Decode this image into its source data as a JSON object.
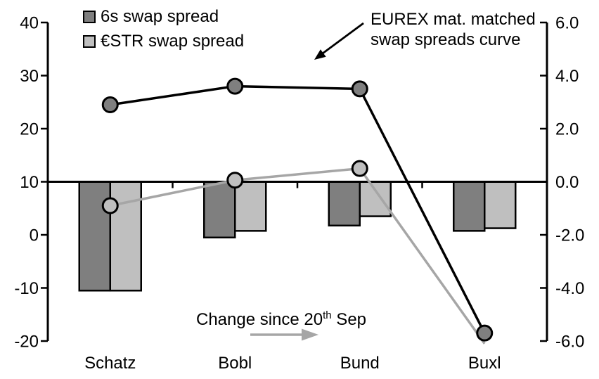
{
  "chart_data": {
    "type": "combo-bar-line",
    "categories": [
      "Schatz",
      "Bobl",
      "Bund",
      "Buxl"
    ],
    "left_axis": {
      "ticks": [
        "40",
        "30",
        "20",
        "10",
        "0",
        "-10",
        "-20"
      ],
      "min": -20,
      "max": 40,
      "bars_baseline_left_value": 10
    },
    "right_axis": {
      "ticks": [
        "6.0",
        "4.0",
        "2.0",
        "0.0",
        "-2.0",
        "-4.0",
        "-6.0"
      ],
      "min": -6.0,
      "max": 6.0
    },
    "bar_series": [
      {
        "name": "6s swap spread",
        "axis": "right",
        "color": "#7F7F7F",
        "values": [
          -4.1,
          -2.1,
          -1.65,
          -1.85
        ]
      },
      {
        "name": "€STR swap spread",
        "axis": "right",
        "color": "#BFBFBF",
        "values": [
          -4.1,
          -1.85,
          -1.3,
          -1.75
        ]
      }
    ],
    "line_series": [
      {
        "name": "6s swap spread",
        "axis": "left",
        "color": "#000000",
        "marker_color": "#7F7F7F",
        "values": [
          24.5,
          28.0,
          27.5,
          -18.5
        ]
      },
      {
        "name": "€STR swap spread",
        "axis": "left",
        "color": "#A6A6A6",
        "marker_color": "#BFBFBF",
        "values": [
          5.5,
          10.3,
          12.5,
          -20.5
        ]
      }
    ],
    "legend_position": "top-left",
    "grid": false
  },
  "legend": {
    "items": [
      {
        "label": "6s swap spread",
        "color": "#7F7F7F"
      },
      {
        "label": "€STR swap spread",
        "color": "#BFBFBF"
      }
    ]
  },
  "annotations": {
    "curve_label_line1": "EUREX mat. matched",
    "curve_label_line2": "swap spreads curve",
    "change_label": {
      "prefix": "Change since 20",
      "sup": "th",
      "suffix": " Sep"
    }
  },
  "colors": {
    "bar_dark": "#7F7F7F",
    "bar_light": "#BFBFBF",
    "line_black": "#000000",
    "line_gray": "#A6A6A6",
    "arrow_gray": "#A6A6A6",
    "axis": "#000000",
    "background": "#FFFFFF"
  }
}
